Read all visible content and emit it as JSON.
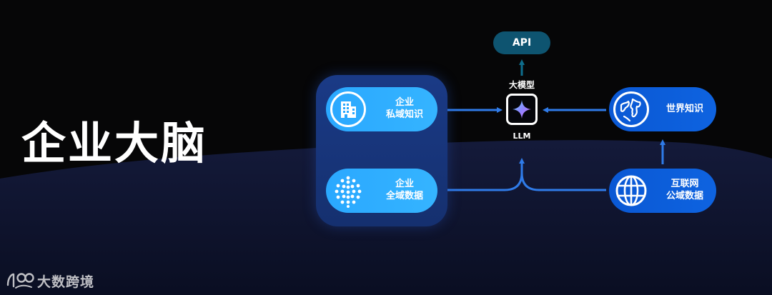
{
  "headline": "企业大脑",
  "api": "API",
  "model": {
    "title": "大模型",
    "name": "LLM"
  },
  "private_knowledge": {
    "line1": "企业",
    "line2": "私域知识"
  },
  "enterprise_data": {
    "line1": "企业",
    "line2": "全域数据"
  },
  "world_knowledge": {
    "label": "世界知识"
  },
  "internet_data": {
    "line1": "互联网",
    "line2": "公域数据"
  },
  "logo": {
    "text": "大数跨境"
  },
  "colors": {
    "background": "#060607",
    "panel": "#1a3a86",
    "pill_light": "#2aa8ff",
    "pill_dark": "#0a58d4",
    "arrow": "#2f7be8",
    "api": "#0e5470"
  }
}
